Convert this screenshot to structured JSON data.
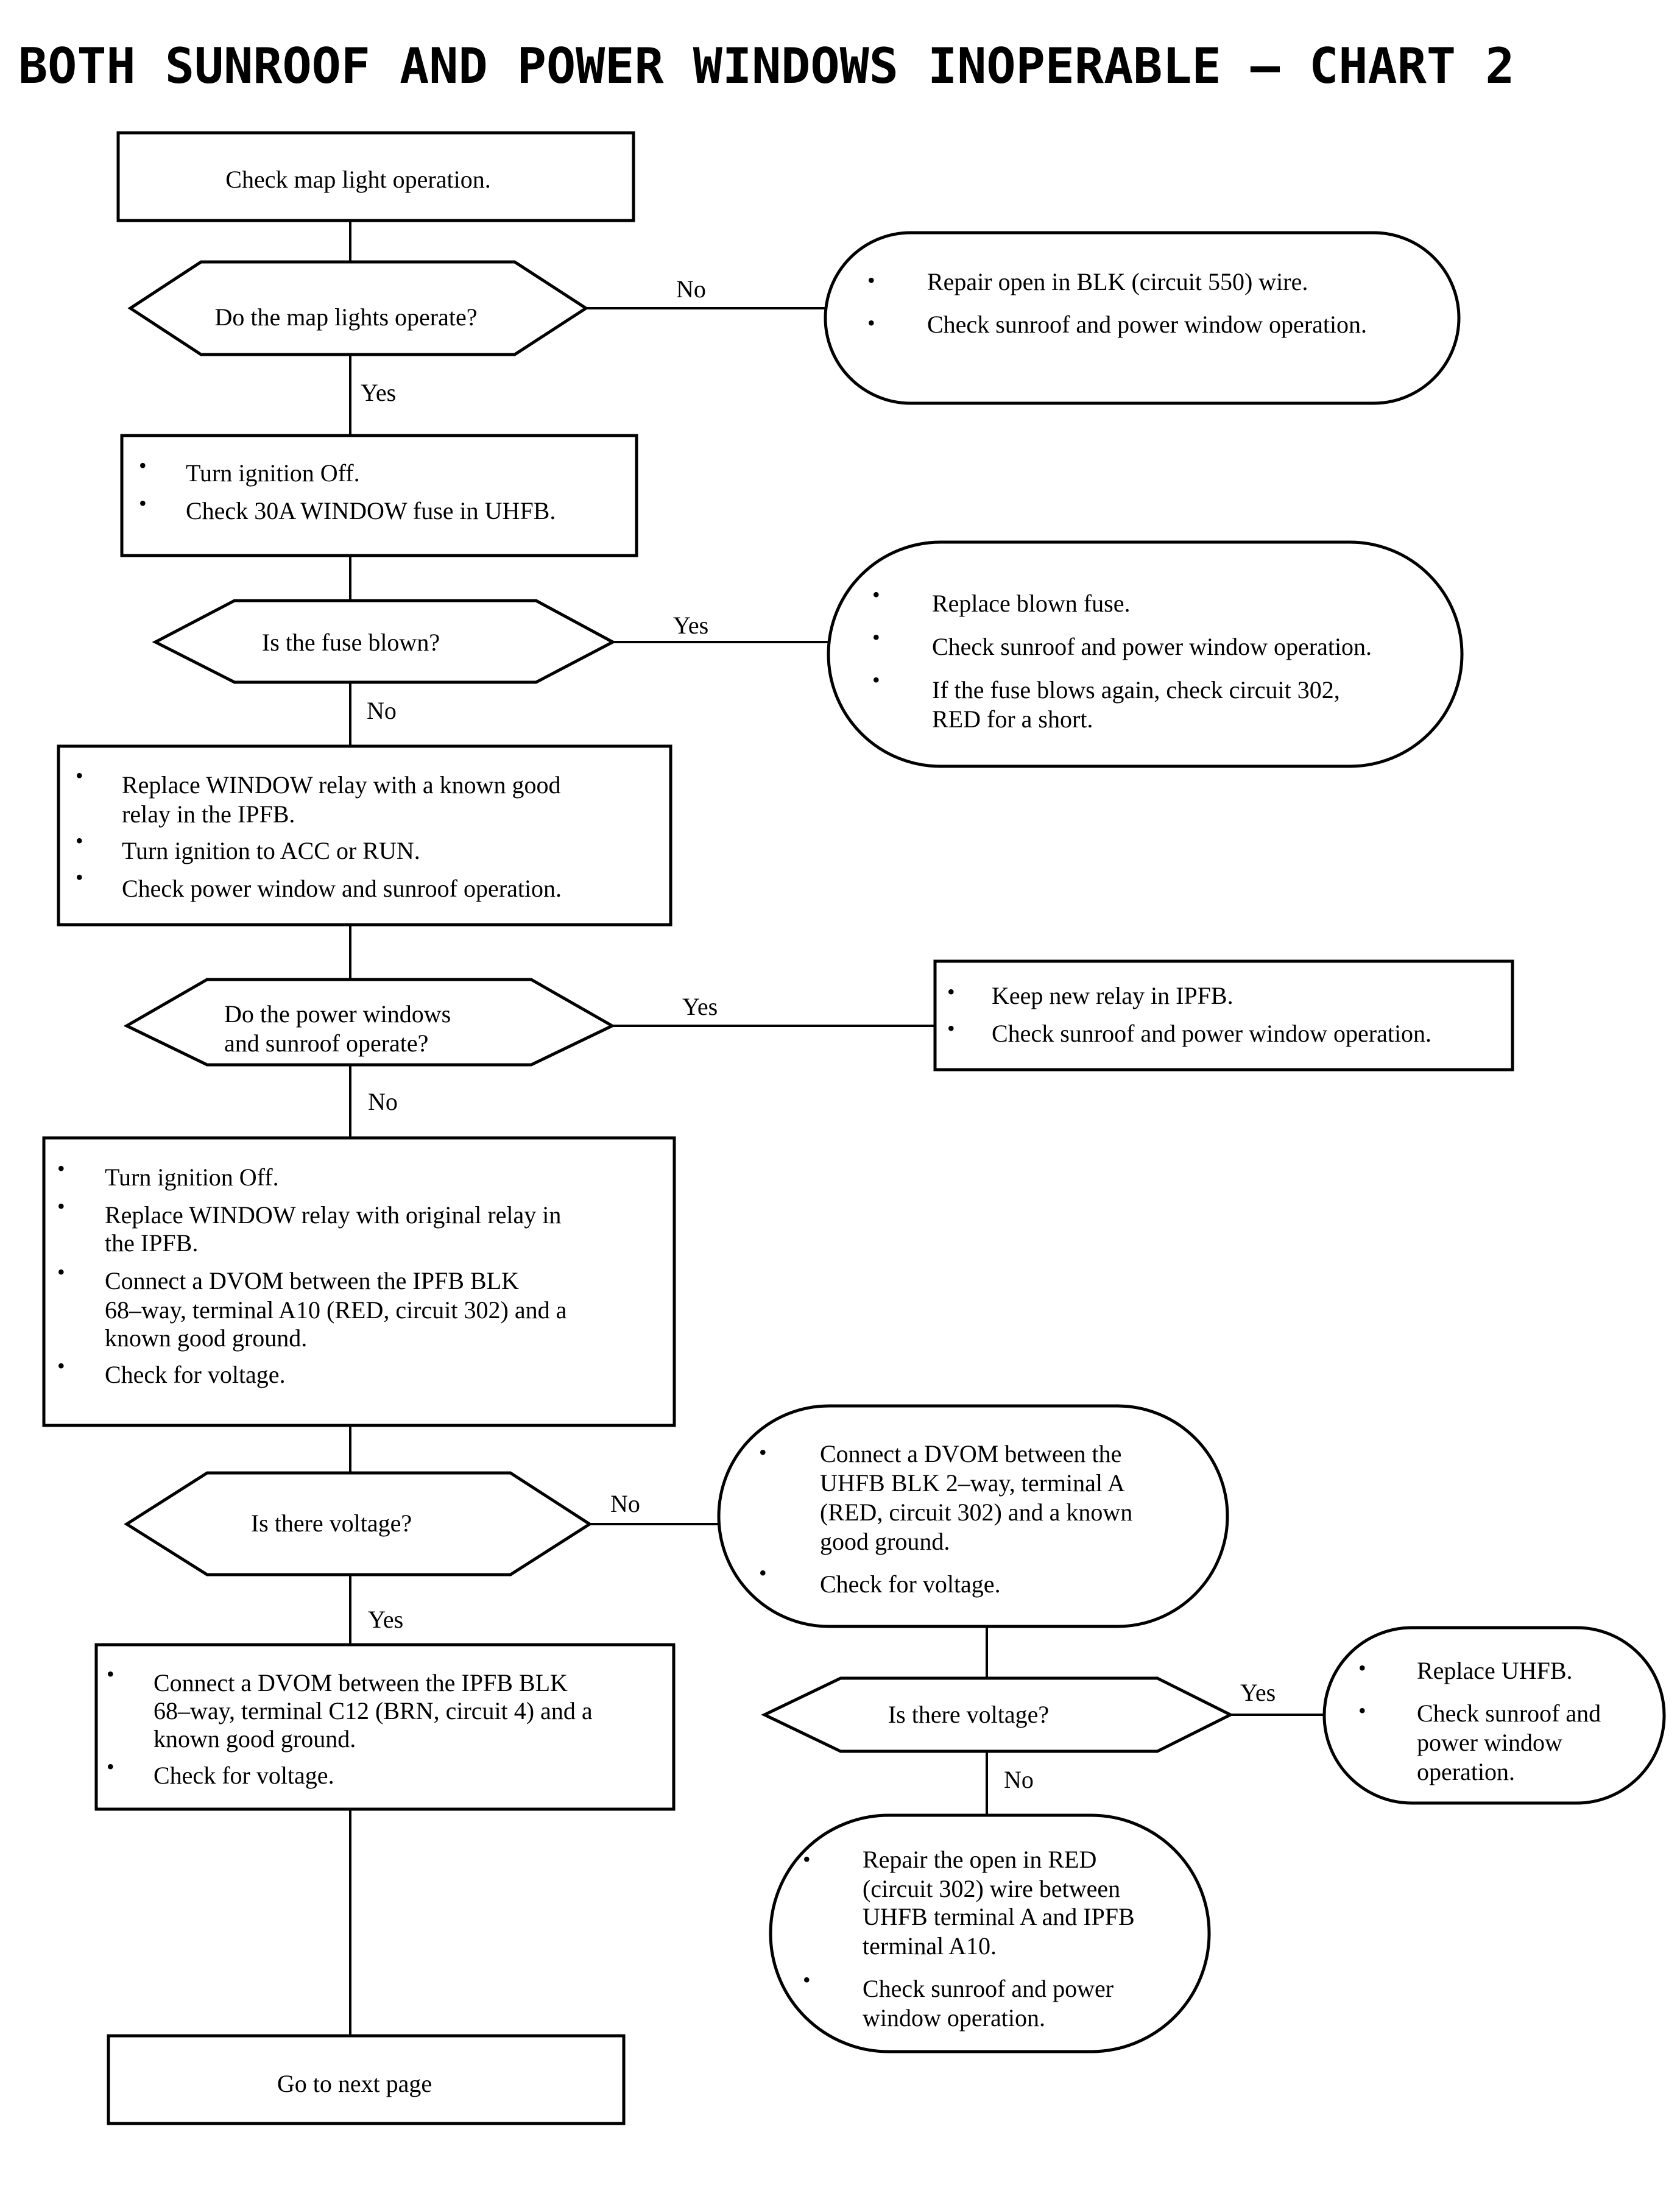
{
  "title": "BOTH SUNROOF AND POWER WINDOWS INOPERABLE – CHART 2",
  "nodes": {
    "check_map_light": {
      "lines": [
        "Check map light operation."
      ]
    },
    "map_lights_q": {
      "lines": [
        "Do the map lights operate?"
      ]
    },
    "repair_open_blk": {
      "items": [
        [
          "Repair open in BLK (circuit 550) wire."
        ],
        [
          "Check sunroof and power window operation."
        ]
      ]
    },
    "turn_ignition_off_1": {
      "items": [
        [
          "Turn ignition Off."
        ],
        [
          "Check 30A WINDOW fuse in UHFB."
        ]
      ]
    },
    "fuse_blown_q": {
      "lines": [
        "Is the fuse blown?"
      ]
    },
    "replace_fuse": {
      "items": [
        [
          "Replace blown fuse."
        ],
        [
          "Check sunroof and power window operation."
        ],
        [
          "If the fuse blows again, check circuit 302,",
          "RED for a short."
        ]
      ]
    },
    "replace_relay": {
      "items": [
        [
          "Replace WINDOW relay with a known good",
          "relay in the IPFB."
        ],
        [
          "Turn ignition to ACC or RUN."
        ],
        [
          "Check power window and sunroof operation."
        ]
      ]
    },
    "windows_operate_q": {
      "lines": [
        "Do the power windows",
        "and sunroof operate?"
      ]
    },
    "keep_relay": {
      "items": [
        [
          "Keep new relay in IPFB."
        ],
        [
          "Check sunroof and power window operation."
        ]
      ]
    },
    "turn_ignition_off_2": {
      "items": [
        [
          "Turn ignition Off."
        ],
        [
          "Replace WINDOW relay with original relay in",
          "the IPFB."
        ],
        [
          "Connect a DVOM between the IPFB BLK",
          "68–way, terminal A10 (RED, circuit 302) and a",
          "known good ground."
        ],
        [
          "Check for voltage."
        ]
      ]
    },
    "voltage_q1": {
      "lines": [
        "Is there voltage?"
      ]
    },
    "dvom_uhfb": {
      "items": [
        [
          "Connect a DVOM between the",
          "UHFB BLK 2–way, terminal A",
          "(RED, circuit 302) and a known",
          "good ground."
        ],
        [
          "Check for voltage."
        ]
      ]
    },
    "dvom_c12": {
      "items": [
        [
          "Connect a DVOM between the IPFB BLK",
          "68–way, terminal C12 (BRN, circuit 4) and a",
          "known good ground."
        ],
        [
          "Check for voltage."
        ]
      ]
    },
    "voltage_q2": {
      "lines": [
        "Is there voltage?"
      ]
    },
    "replace_uhfb": {
      "items": [
        [
          "Replace UHFB."
        ],
        [
          "Check sunroof and",
          "power window",
          "operation."
        ]
      ]
    },
    "repair_open_red": {
      "items": [
        [
          "Repair the open in RED",
          "(circuit 302) wire between",
          "UHFB terminal A and IPFB",
          "terminal A10."
        ],
        [
          "Check sunroof and power",
          "window operation."
        ]
      ]
    },
    "go_next": {
      "lines": [
        "Go to next page"
      ]
    }
  },
  "branch_labels": {
    "map_no": "No",
    "map_yes": "Yes",
    "fuse_yes": "Yes",
    "fuse_no": "No",
    "windows_yes": "Yes",
    "windows_no": "No",
    "voltage1_no": "No",
    "voltage1_yes": "Yes",
    "voltage2_yes": "Yes",
    "voltage2_no": "No"
  }
}
